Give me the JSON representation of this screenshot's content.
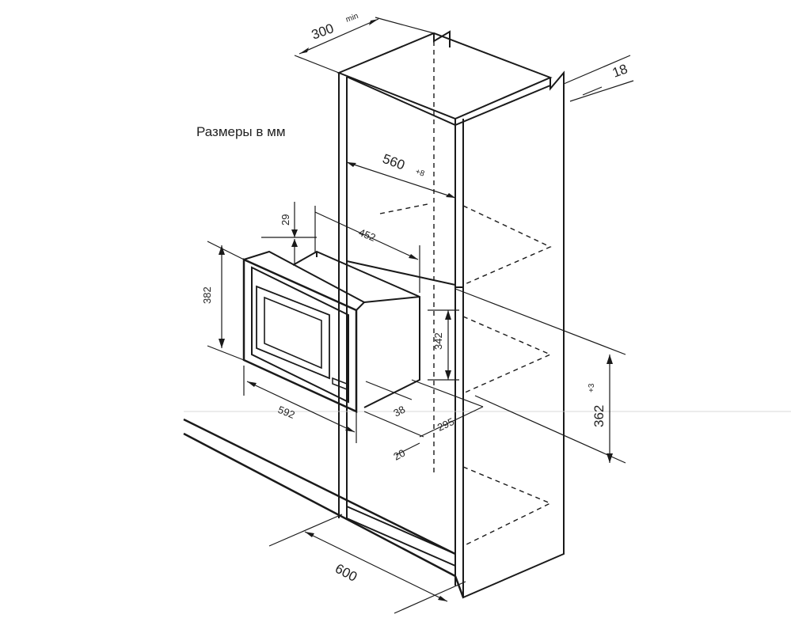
{
  "caption": "Размеры в мм",
  "dimensions": {
    "cabinet_depth": "300",
    "cabinet_depth_sup": "min",
    "panel_thickness": "18",
    "inner_width": "560",
    "inner_width_sup": "+8",
    "appliance_top_gap": "29",
    "appliance_body_width": "452",
    "appliance_height": "382",
    "appliance_body_height": "342",
    "niche_height": "362",
    "niche_height_sup": "+3",
    "appliance_width": "592",
    "frame_depth": "38",
    "appliance_depth": "295",
    "front_offset": "20",
    "base_width": "600"
  },
  "colors": {
    "line": "#1a1a1a",
    "text": "#222222",
    "background": "#ffffff"
  }
}
